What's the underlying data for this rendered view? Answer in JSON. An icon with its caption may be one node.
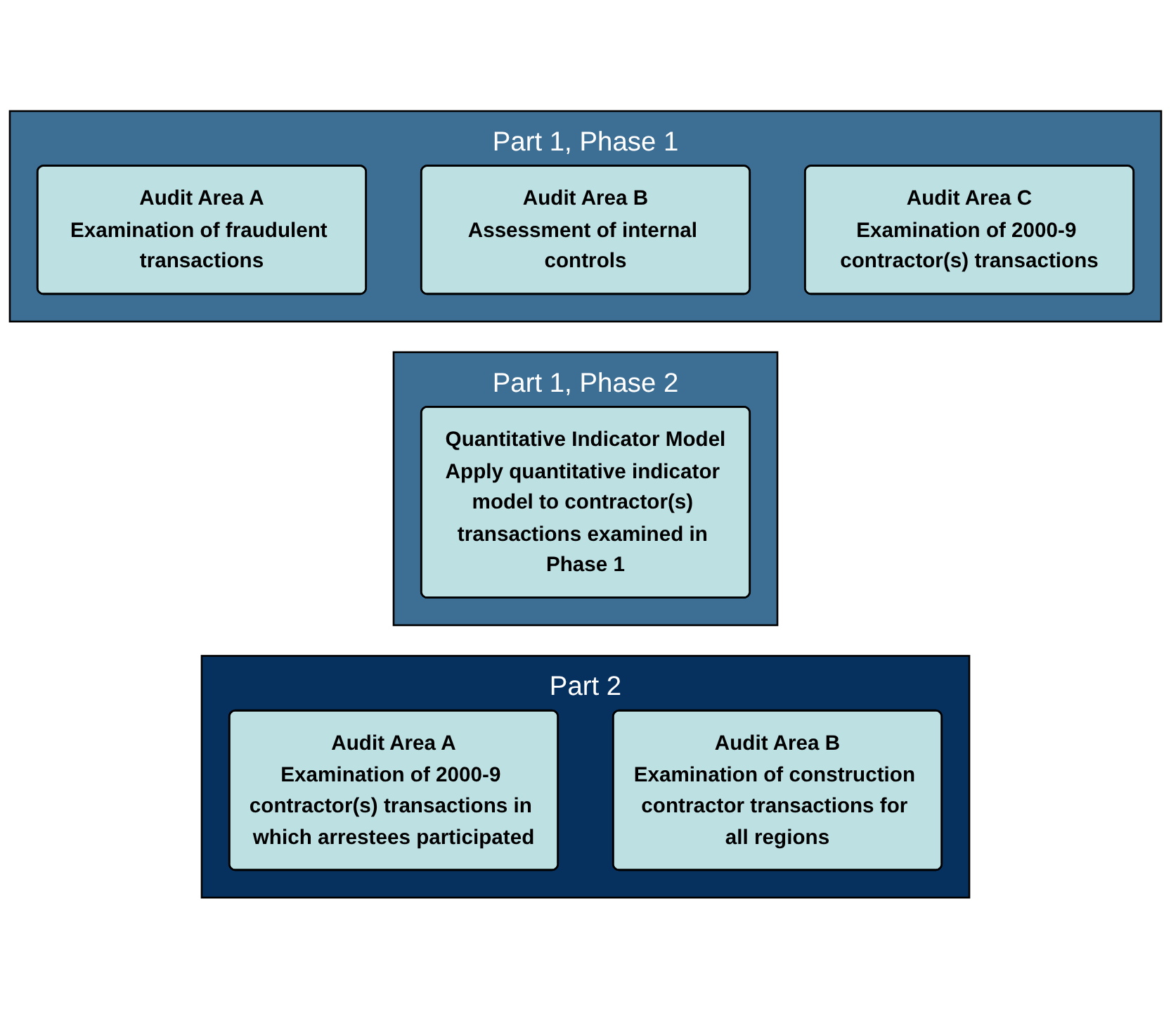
{
  "diagram": {
    "nodes": [
      {
        "text": [
          "Part 1, Phase 1"
        ]
      },
      {
        "text": [
          "Audit Area A",
          "Examination of fraudulent transactions"
        ],
        "in": 0
      },
      {
        "text": [
          "Audit Area B",
          "Assessment of internal controls"
        ],
        "in": 0
      },
      {
        "text": [
          "Audit Area C",
          "Examination of 2000-9 contractor(s) transactions"
        ],
        "in": 0
      },
      {
        "text": [
          "Part 1, Phase 2"
        ]
      },
      {
        "text": [
          "Quantitative Indicator Model",
          "Apply quantitative indicator model to contractor(s) transactions examined in Phase 1"
        ],
        "in": 4
      },
      {
        "text": [
          "Part 2"
        ]
      },
      {
        "text": [
          "Audit Area A",
          "Examination of 2000-9 contractor(s) transactions in which arrestees participated"
        ],
        "in": 6
      },
      {
        "text": [
          "Audit Area B",
          "Examination of construction contractor transactions for all regions"
        ],
        "in": 6
      }
    ],
    "edges": []
  }
}
